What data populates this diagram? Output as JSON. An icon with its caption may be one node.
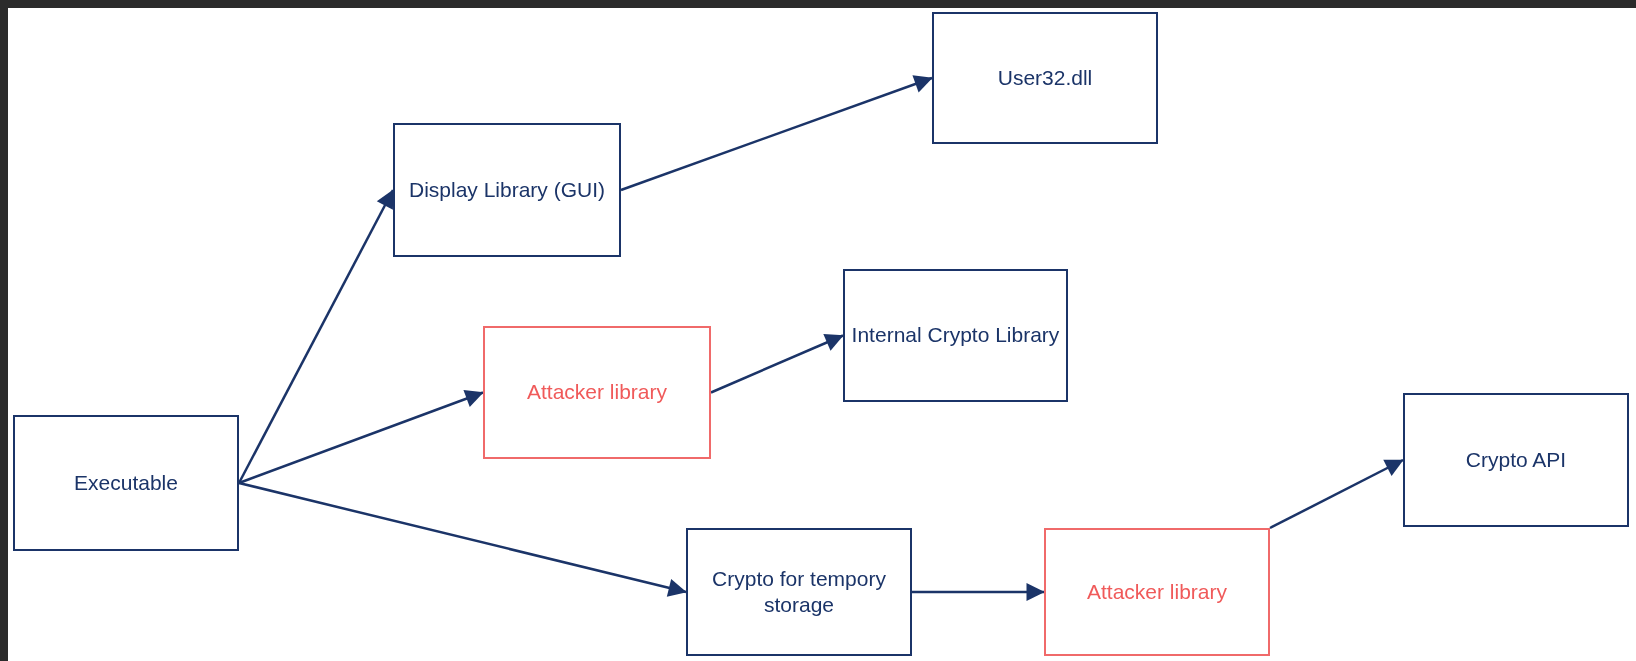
{
  "diagram": {
    "nodes": [
      {
        "text": [
          "Executable"
        ]
      },
      {
        "text": [
          "Display Library (GUI)"
        ]
      },
      {
        "text": [
          "User32.dll"
        ]
      },
      {
        "text": [
          "Attacker library"
        ]
      },
      {
        "text": [
          "Internal Crypto Library"
        ]
      },
      {
        "text": [
          "Crypto for tempory storage"
        ]
      },
      {
        "text": [
          "Attacker library"
        ]
      },
      {
        "text": [
          "Crypto API"
        ]
      }
    ],
    "edges": [
      {
        "from": 0,
        "to": 1,
        "arrow": "to"
      },
      {
        "from": 1,
        "to": 2,
        "arrow": "to"
      },
      {
        "from": 0,
        "to": 3,
        "arrow": "to"
      },
      {
        "from": 3,
        "to": 4,
        "arrow": "to"
      },
      {
        "from": 0,
        "to": 5,
        "arrow": "to"
      },
      {
        "from": 5,
        "to": 6,
        "arrow": "to"
      },
      {
        "from": 6,
        "to": 7,
        "arrow": "to"
      }
    ]
  }
}
